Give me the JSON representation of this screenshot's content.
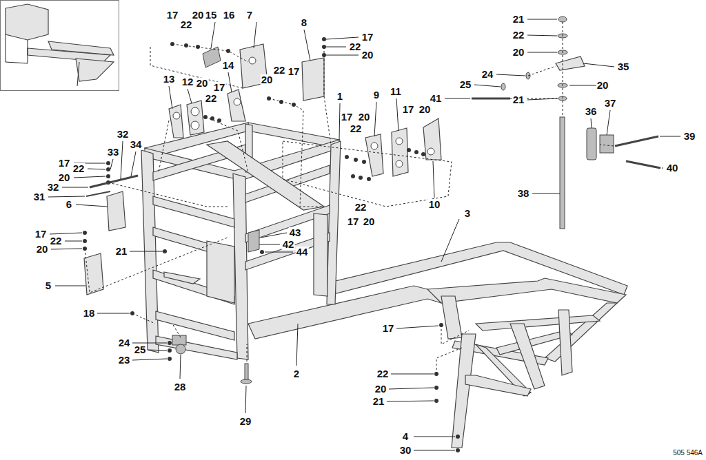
{
  "diagram": {
    "labels": [
      "17",
      "22",
      "20",
      "15",
      "16",
      "7",
      "8",
      "17",
      "22",
      "20",
      "14",
      "22",
      "20",
      "17",
      "13",
      "12",
      "20",
      "17",
      "22",
      "1",
      "9",
      "11",
      "17",
      "20",
      "17",
      "20",
      "22",
      "32",
      "34",
      "33",
      "17",
      "22",
      "20",
      "32",
      "31",
      "6",
      "10",
      "22",
      "17",
      "20",
      "21",
      "22",
      "20",
      "35",
      "24",
      "25",
      "20",
      "41",
      "21",
      "36",
      "37",
      "39",
      "40",
      "38",
      "3",
      "17",
      "22",
      "20",
      "21",
      "43",
      "42",
      "44",
      "5",
      "18",
      "17",
      "24",
      "25",
      "23",
      "28",
      "2",
      "29",
      "22",
      "20",
      "21",
      "4",
      "30",
      "505 546A"
    ]
  }
}
